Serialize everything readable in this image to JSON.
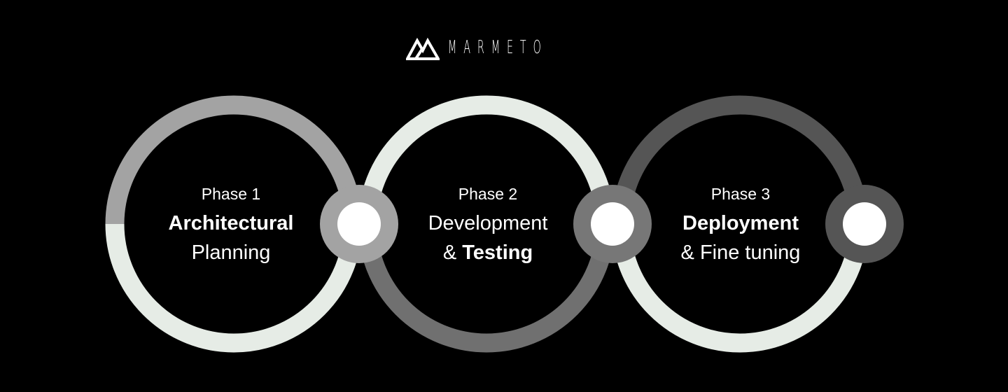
{
  "brand": {
    "name": "MARMETO"
  },
  "colors": {
    "background": "#000000",
    "light": "#e6ece6",
    "gray_light": "#a3a3a3",
    "gray_mid": "#777777",
    "gray_dark": "#555555",
    "node_center": "#ffffff"
  },
  "phases": [
    {
      "number": "Phase 1",
      "line1_bold": "Architectural",
      "line2": "Planning"
    },
    {
      "number": "Phase 2",
      "line1": "Development",
      "line2_prefix": "& ",
      "line2_bold": "Testing"
    },
    {
      "number": "Phase 3",
      "line1_bold": "Deployment",
      "line2": "& Fine tuning"
    }
  ]
}
